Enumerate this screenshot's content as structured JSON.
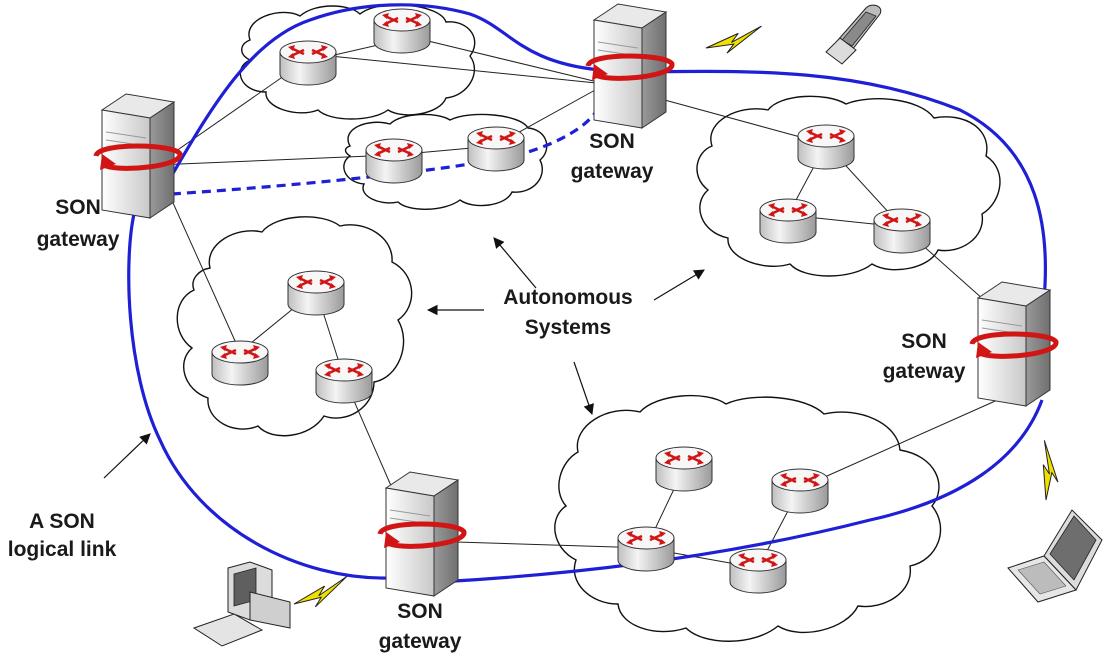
{
  "gateway_labels": {
    "left": {
      "line1": "SON",
      "line2": "gateway"
    },
    "top": {
      "line1": "SON",
      "line2": "gateway"
    },
    "right": {
      "line1": "SON",
      "line2": "gateway"
    },
    "bottom": {
      "line1": "SON",
      "line2": "gateway"
    }
  },
  "autonomous_systems_label": {
    "line1": "Autonomous",
    "line2": "Systems"
  },
  "logical_link_label": {
    "line1": "A SON",
    "line2": "logical link"
  },
  "colors": {
    "logical_link": "#1f1fd6",
    "router_arrow": "#d11515",
    "lightning": "#f0e000",
    "cloud_stroke": "#111111"
  },
  "icons": [
    "cloud-icon",
    "router-icon",
    "server-tower-icon",
    "mobile-phone-icon",
    "laptop-icon",
    "desktop-computer-icon",
    "lightning-icon",
    "arrow-icon"
  ]
}
